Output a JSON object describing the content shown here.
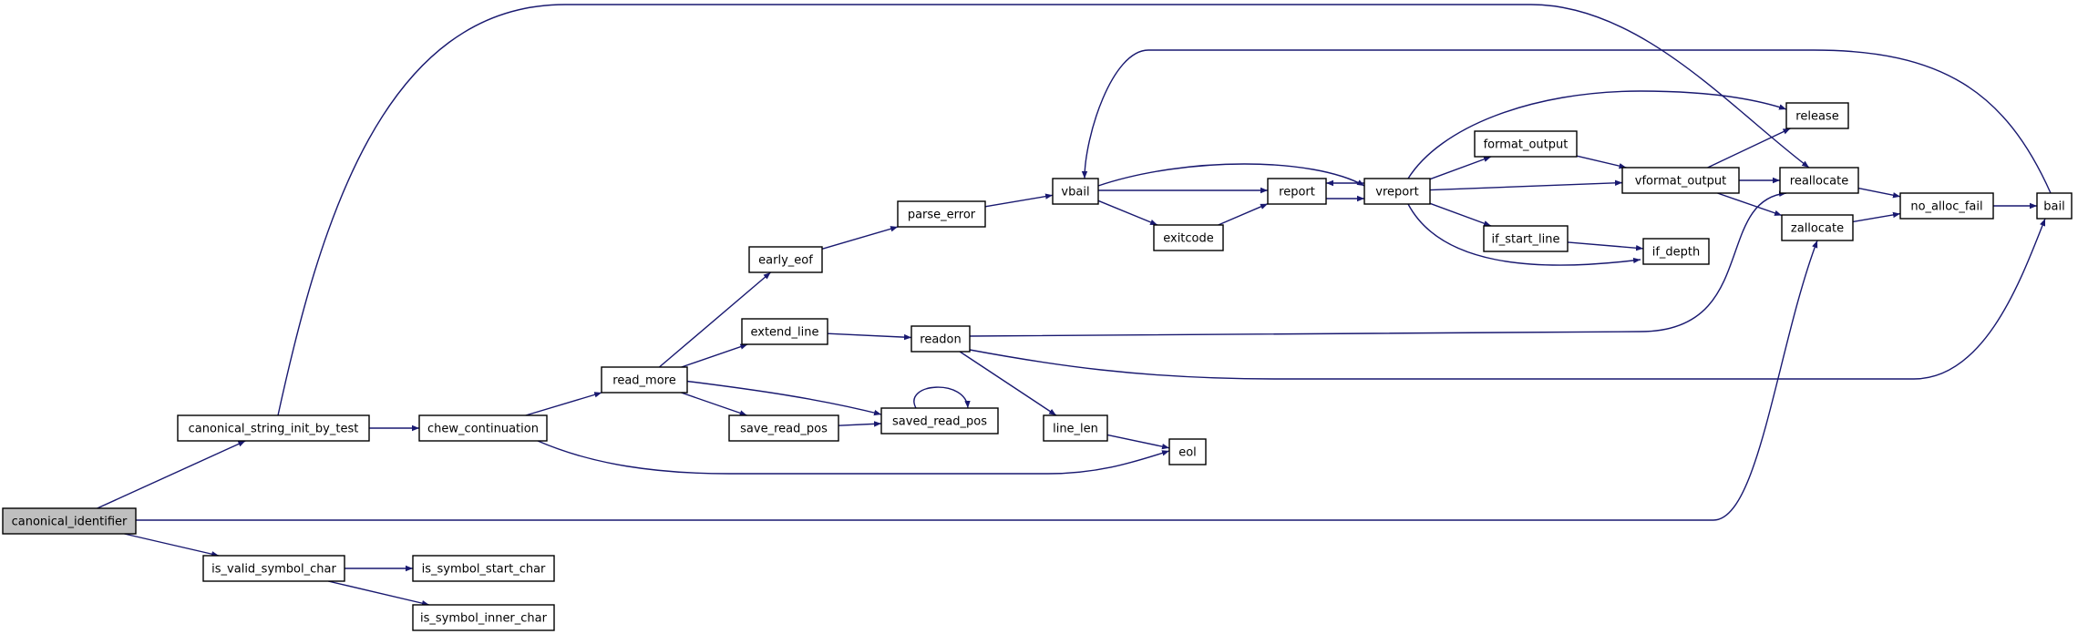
{
  "graph": {
    "edge_color": "#191970",
    "root_fill": "#bfbfbf",
    "node_fill": "#ffffff",
    "nodes": [
      {
        "id": "canonical_identifier",
        "label": "canonical_identifier",
        "root": true
      },
      {
        "id": "canonical_string_init_by_test",
        "label": "canonical_string_init_by_test"
      },
      {
        "id": "is_valid_symbol_char",
        "label": "is_valid_symbol_char"
      },
      {
        "id": "chew_continuation",
        "label": "chew_continuation"
      },
      {
        "id": "is_symbol_start_char",
        "label": "is_symbol_start_char"
      },
      {
        "id": "is_symbol_inner_char",
        "label": "is_symbol_inner_char"
      },
      {
        "id": "read_more",
        "label": "read_more"
      },
      {
        "id": "early_eof",
        "label": "early_eof"
      },
      {
        "id": "extend_line",
        "label": "extend_line"
      },
      {
        "id": "save_read_pos",
        "label": "save_read_pos"
      },
      {
        "id": "saved_read_pos",
        "label": "saved_read_pos"
      },
      {
        "id": "parse_error",
        "label": "parse_error"
      },
      {
        "id": "readon",
        "label": "readon"
      },
      {
        "id": "line_len",
        "label": "line_len"
      },
      {
        "id": "eol",
        "label": "eol"
      },
      {
        "id": "vbail",
        "label": "vbail"
      },
      {
        "id": "exitcode",
        "label": "exitcode"
      },
      {
        "id": "report",
        "label": "report"
      },
      {
        "id": "vreport",
        "label": "vreport"
      },
      {
        "id": "format_output",
        "label": "format_output"
      },
      {
        "id": "if_start_line",
        "label": "if_start_line"
      },
      {
        "id": "vformat_output",
        "label": "vformat_output"
      },
      {
        "id": "if_depth",
        "label": "if_depth"
      },
      {
        "id": "release",
        "label": "release"
      },
      {
        "id": "reallocate",
        "label": "reallocate"
      },
      {
        "id": "zallocate",
        "label": "zallocate"
      },
      {
        "id": "no_alloc_fail",
        "label": "no_alloc_fail"
      },
      {
        "id": "bail",
        "label": "bail"
      }
    ],
    "edges": [
      [
        "canonical_identifier",
        "canonical_string_init_by_test"
      ],
      [
        "canonical_identifier",
        "is_valid_symbol_char"
      ],
      [
        "canonical_identifier",
        "zallocate"
      ],
      [
        "canonical_string_init_by_test",
        "chew_continuation"
      ],
      [
        "canonical_string_init_by_test",
        "reallocate"
      ],
      [
        "is_valid_symbol_char",
        "is_symbol_start_char"
      ],
      [
        "is_valid_symbol_char",
        "is_symbol_inner_char"
      ],
      [
        "chew_continuation",
        "read_more"
      ],
      [
        "chew_continuation",
        "eol"
      ],
      [
        "read_more",
        "early_eof"
      ],
      [
        "read_more",
        "extend_line"
      ],
      [
        "read_more",
        "save_read_pos"
      ],
      [
        "read_more",
        "saved_read_pos"
      ],
      [
        "early_eof",
        "parse_error"
      ],
      [
        "extend_line",
        "readon"
      ],
      [
        "save_read_pos",
        "saved_read_pos"
      ],
      [
        "saved_read_pos",
        "saved_read_pos"
      ],
      [
        "parse_error",
        "vbail"
      ],
      [
        "readon",
        "line_len"
      ],
      [
        "readon",
        "reallocate"
      ],
      [
        "readon",
        "bail"
      ],
      [
        "line_len",
        "eol"
      ],
      [
        "vbail",
        "exitcode"
      ],
      [
        "vbail",
        "report"
      ],
      [
        "vbail",
        "vreport"
      ],
      [
        "exitcode",
        "report"
      ],
      [
        "report",
        "vreport"
      ],
      [
        "vreport",
        "report"
      ],
      [
        "vreport",
        "format_output"
      ],
      [
        "vreport",
        "vformat_output"
      ],
      [
        "vreport",
        "if_start_line"
      ],
      [
        "vreport",
        "if_depth"
      ],
      [
        "vreport",
        "release"
      ],
      [
        "format_output",
        "vformat_output"
      ],
      [
        "if_start_line",
        "if_depth"
      ],
      [
        "vformat_output",
        "release"
      ],
      [
        "vformat_output",
        "reallocate"
      ],
      [
        "vformat_output",
        "zallocate"
      ],
      [
        "reallocate",
        "no_alloc_fail"
      ],
      [
        "zallocate",
        "no_alloc_fail"
      ],
      [
        "no_alloc_fail",
        "bail"
      ],
      [
        "bail",
        "vbail"
      ]
    ]
  }
}
